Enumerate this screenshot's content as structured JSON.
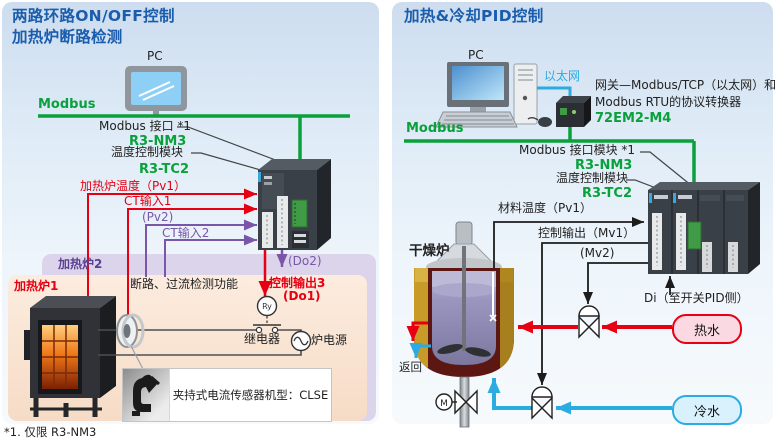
{
  "footer_note": "*1. 仅限 R3-NM3",
  "colors": {
    "title_blue": "#1a5dad",
    "modbus_green": "#0aa03c",
    "signal_red": "#e60012",
    "signal_purple": "#7a56a8",
    "ethernet_blue": "#2aabe2",
    "hot_water_bg": "#fbd9e2",
    "cold_water_bg": "#d8f1fc",
    "furnace2_purple": "#5b3f92"
  },
  "left_panel": {
    "title_line1": "两路环路ON/OFF控制",
    "title_line2": "加热炉断路检测",
    "pc_label": "PC",
    "bus_label": "Modbus",
    "modbus_interface_label": "Modbus 接口 *1",
    "modbus_interface_model": "R3-NM3",
    "temp_module_label": "温度控制模块",
    "temp_module_model": "R3-TC2",
    "signal_pv1": "加热炉温度（Pv1）",
    "signal_ct1": "CT输入1",
    "signal_pv2": "(Pv2)",
    "signal_ct2": "CT输入2",
    "signal_do2": "(Do2)",
    "output3_label": "控制输出3",
    "output3_sub": "(Do1)",
    "furnace2_label": "加热炉2",
    "furnace1_label": "加热炉1",
    "detection_label": "断路、过流检测功能",
    "relay_symbol": "Ry",
    "relay_label": "继电器",
    "power_label": "炉电源",
    "clamp_sensor_note": "夹持式电流传感器机型：CLSE"
  },
  "right_panel": {
    "title": "加热&冷却PID控制",
    "pc_label": "PC",
    "ethernet_label": "以太网",
    "gateway_desc_line1": "网关—Modbus/TCP（以太网）和",
    "gateway_desc_line2": "Modbus RTU的协议转换器",
    "gateway_model": "72EM2-M4",
    "bus_label": "Modbus",
    "modbus_module_label": "Modbus 接口模块 *1",
    "modbus_module_model": "R3-NM3",
    "temp_module_label": "温度控制模块",
    "temp_module_model": "R3-TC2",
    "signal_pv1": "材料温度（Pv1）",
    "signal_mv1": "控制输出（Mv1）",
    "signal_mv2": "(Mv2)",
    "signal_di": "Di（至开关PID侧）",
    "dryer_label": "干燥炉",
    "return_label": "返回",
    "hot_water_label": "热水",
    "cold_water_label": "冷水",
    "motor_symbol": "M"
  }
}
